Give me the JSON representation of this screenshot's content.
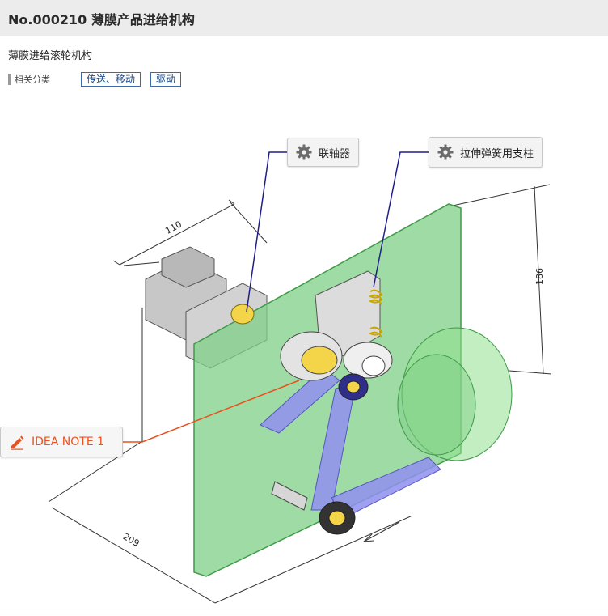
{
  "header": {
    "title": "No.000210 薄膜产品进给机构"
  },
  "subtitle": "薄膜进给滚轮机构",
  "categories": {
    "label": "相关分类",
    "tags": [
      "传送、移动",
      "驱动"
    ]
  },
  "callouts": {
    "coupling": {
      "label": "联轴器",
      "icon": "gear-icon"
    },
    "spring_post": {
      "label": "拉伸弹簧用支柱",
      "icon": "gear-icon"
    }
  },
  "idea_note": {
    "label": "IDEA NOTE 1",
    "icon": "pencil-icon"
  },
  "dimensions": {
    "top": "110",
    "right": "186",
    "bottom": "209"
  },
  "colors": {
    "plate_green": "#7fcf86",
    "film_blue": "#8f8ff0",
    "leader_navy": "#1f1f8a",
    "idea_orange": "#e8521e"
  }
}
